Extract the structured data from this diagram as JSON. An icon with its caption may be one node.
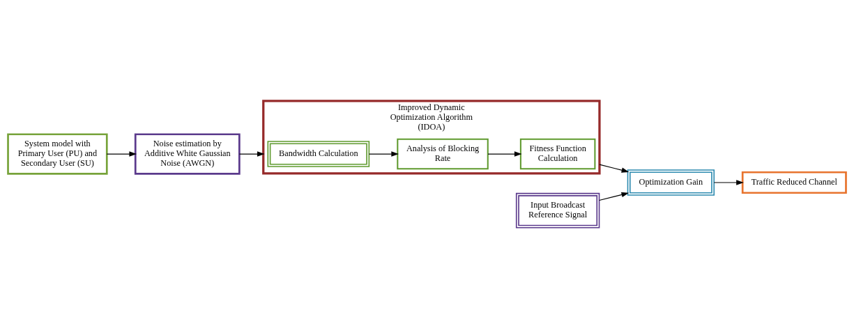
{
  "diagram": {
    "nodes": [
      {
        "text": [
          "System model with Primary User (PU) and Secondary User (SU)"
        ]
      },
      {
        "text": [
          "Noise estimation by Additive White Gaussian Noise (AWGN)"
        ]
      },
      {
        "text": [
          "Improved Dynamic Optimization Algorithm (IDOA)"
        ]
      },
      {
        "text": [
          "Bandwidth Calculation"
        ],
        "in": 2
      },
      {
        "text": [
          "Analysis of Blocking Rate"
        ],
        "in": 2
      },
      {
        "text": [
          "Fitness Function Calculation"
        ],
        "in": 2
      },
      {
        "text": [
          "Input Broadcast Reference Signal"
        ]
      },
      {
        "text": [
          "Optimization Gain"
        ]
      },
      {
        "text": [
          "Traffic Reduced Channel"
        ]
      }
    ],
    "edges": [
      {
        "from": 0,
        "to": 1,
        "arrow": "to"
      },
      {
        "from": 1,
        "to": 2,
        "arrow": "to"
      },
      {
        "from": 3,
        "to": 4,
        "arrow": "to"
      },
      {
        "from": 4,
        "to": 5,
        "arrow": "to"
      },
      {
        "from": 2,
        "to": 7,
        "arrow": "to"
      },
      {
        "from": 6,
        "to": 7,
        "arrow": "to"
      },
      {
        "from": 7,
        "to": 8,
        "arrow": "to"
      }
    ]
  }
}
